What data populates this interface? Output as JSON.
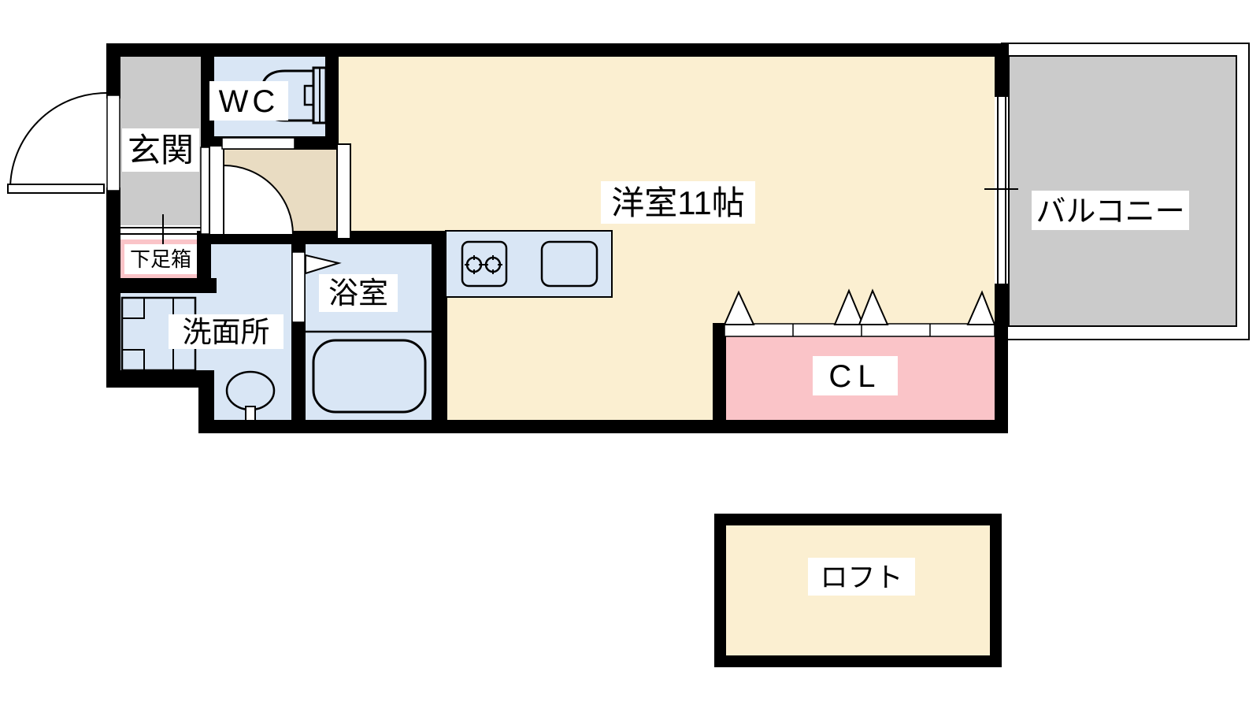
{
  "colors": {
    "wall": "#000000",
    "room_cream": "#FBEFD1",
    "water_blue": "#D9E6F5",
    "gray": "#CBCBCB",
    "pink": "#FAC4C8",
    "hall_beige": "#E9DCC2",
    "white": "#FFFFFF"
  },
  "rooms": {
    "genkan": {
      "label": "玄関"
    },
    "wc": {
      "label": "WC"
    },
    "main_room": {
      "label": "洋室11帖"
    },
    "shoe_box": {
      "label": "下足箱"
    },
    "washroom": {
      "label": "洗面所"
    },
    "bathroom": {
      "label": "浴室"
    },
    "closet": {
      "label": "CL"
    },
    "balcony": {
      "label": "バルコニー"
    },
    "loft": {
      "label": "ロフト"
    }
  },
  "icons": {
    "toilet": "toilet-plan-icon",
    "washing_machine": "washing-machine-pan-icon",
    "wash_basin": "wash-basin-icon",
    "bathtub": "bathtub-icon",
    "stove": "two-burner-stove-icon",
    "kitchen_sink": "kitchen-sink-icon",
    "entrance_door": "swing-door-icon",
    "hall_door": "swing-door-icon",
    "bath_door": "folding-door-icon",
    "closet_door": "bifold-door-icon",
    "window": "sliding-window-icon"
  }
}
